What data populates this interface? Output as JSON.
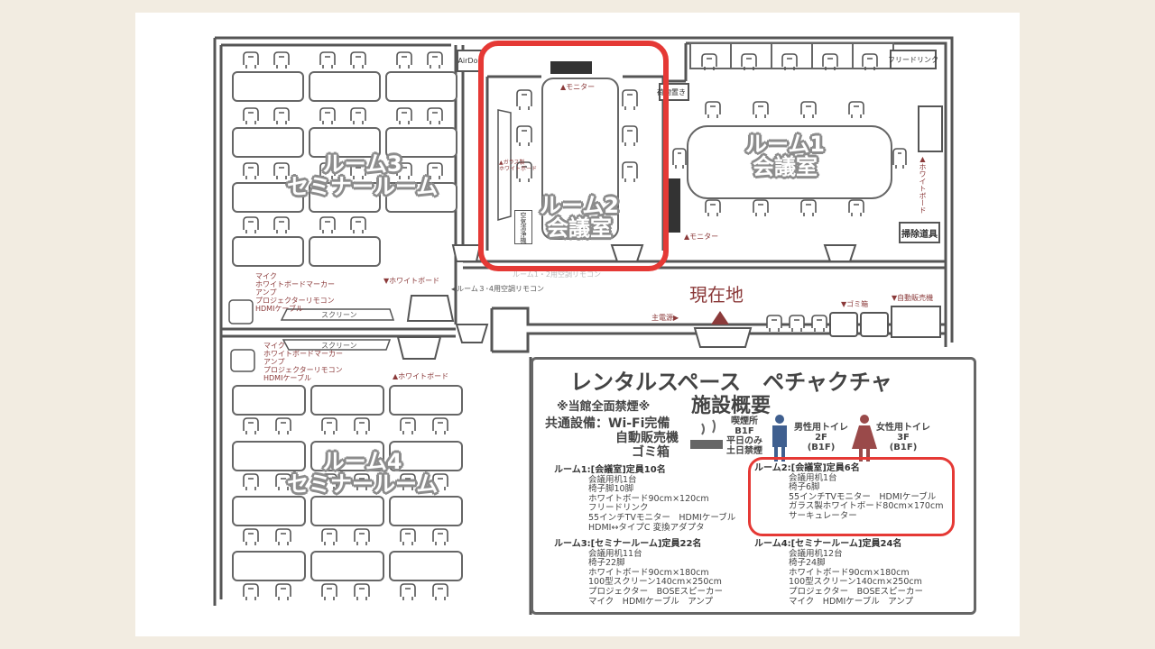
{
  "rooms": {
    "room1": {
      "name": "ルーム1",
      "type": "会議室"
    },
    "room2": {
      "name": "ルーム2",
      "type": "会議室"
    },
    "room3": {
      "name": "ルーム3",
      "type": "セミナールーム"
    },
    "room4": {
      "name": "ルーム4",
      "type": "セミナールーム"
    }
  },
  "map_labels": {
    "airdog": "AirDog",
    "monitor_room2": "▲モニター",
    "luggage": "荷物置き",
    "glass_whiteboard": "▲ガラス製\nホワイトボード",
    "air_purifier": "空気清浄機",
    "aircon_remote_12": "ルーム1・2用空調リモコン",
    "aircon_remote_34": "◀ルーム３･4用空調リモコン",
    "monitor_room1": "▲モニター",
    "free_drink": "フリードリンク",
    "whiteboard_room1": "▲ホワイトボード",
    "cleaning_tools": "掃除道具",
    "current_location": "現在地",
    "main_power": "主電源▶",
    "trash": "▼ゴミ箱",
    "vending": "▼自動販売機",
    "whiteboard_room3": "▼ホワイトボード",
    "whiteboard_room4": "▲ホワイトボード",
    "screen_room3": "スクリーン",
    "screen_room4": "スクリーン",
    "equipment_room3": [
      "マイク",
      "ホワイトボードマーカー",
      "アンプ",
      "プロジェクターリモコン",
      "HDMIケーブル"
    ],
    "equipment_room4": [
      "マイク",
      "ホワイトボードマーカー",
      "アンプ",
      "プロジェクターリモコン",
      "HDMIケーブル"
    ]
  },
  "info": {
    "title": "レンタルスペース　ペチャクチャ",
    "subtitle": "施設概要",
    "no_smoking": "※当館全面禁煙※",
    "common_label": "共通設備：Wi-Fi完備",
    "common_items": [
      "自動販売機",
      "ゴミ箱"
    ],
    "smoking": [
      "喫煙所",
      "B1F",
      "平日のみ",
      "土日禁煙"
    ],
    "men_toilet": [
      "男性用トイレ",
      "2F",
      "(B1F)"
    ],
    "women_toilet": [
      "女性用トイレ",
      "3F",
      "(B1F)"
    ],
    "colors": {
      "highlight": "#e53935",
      "men": "#3f5f8f",
      "women": "#9a4a4a",
      "map_text": "#8b3a3a"
    },
    "specs": [
      {
        "header": "ルーム1:[会議室]定員10名",
        "lines": [
          "会議用机1台",
          "椅子脚10脚",
          "ホワイトボード90cm×120cm",
          "フリードリンク",
          "55インチTVモニター　HDMIケーブル",
          "HDMI↔タイプC 変換アダプタ"
        ]
      },
      {
        "header": "ルーム2:[会議室]定員6名",
        "lines": [
          "会議用机1台",
          "椅子6脚",
          "55インチTVモニター　HDMIケーブル",
          "ガラス製ホワイトボード80cm×170cm",
          "サーキュレーター"
        ]
      },
      {
        "header": "ルーム3:[セミナールーム]定員22名",
        "lines": [
          "会議用机11台",
          "椅子22脚",
          "ホワイトボード90cm×180cm",
          "100型スクリーン140cm×250cm",
          "プロジェクター　BOSEスピーカー",
          "マイク　HDMIケーブル　アンプ"
        ]
      },
      {
        "header": "ルーム4:[セミナールーム]定員24名",
        "lines": [
          "会議用机12台",
          "椅子24脚",
          "ホワイトボード90cm×180cm",
          "100型スクリーン140cm×250cm",
          "プロジェクター　BOSEスピーカー",
          "マイク　HDMIケーブル　アンプ"
        ]
      }
    ]
  }
}
